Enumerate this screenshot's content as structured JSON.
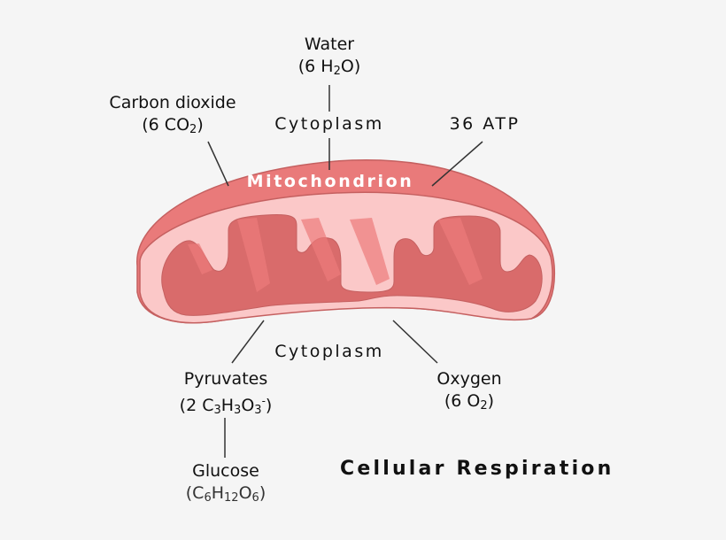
{
  "title": "Cellular Respiration",
  "organelle_label": "Mitochondrion",
  "labels": {
    "water": {
      "name": "Water",
      "formula_prefix": "(6 H",
      "formula_sub": "2",
      "formula_suffix": "O)"
    },
    "carbon_dioxide": {
      "name": "Carbon dioxide",
      "formula_prefix": "(6 CO",
      "formula_sub": "2",
      "formula_suffix": ")"
    },
    "cytoplasm_top": "Cytoplasm",
    "atp": "36 ATP",
    "cytoplasm_bottom": "Cytoplasm",
    "pyruvates": {
      "name": "Pyruvates",
      "p1": "(2 C",
      "s1": "3",
      "p2": "H",
      "s2": "3",
      "p3": "O",
      "s3": "3",
      "sup": "-",
      "p4": ")"
    },
    "oxygen": {
      "name": "Oxygen",
      "formula_prefix": "(6 O",
      "formula_sub": "2",
      "formula_suffix": ")"
    },
    "glucose": {
      "name": "Glucose",
      "p1": "(C",
      "s1": "6",
      "p2": "H",
      "s2": "12",
      "p3": "O",
      "s3": "6",
      "p4": ")"
    }
  },
  "colors": {
    "background": "#f5f5f5",
    "outer_membrane": "#e97a7a",
    "intermembrane_space": "#fbc8c8",
    "matrix": "#d96b6b",
    "cristae_highlight": "#ec7a7a",
    "outline": "#c56060",
    "leader_lines": "#333333"
  }
}
